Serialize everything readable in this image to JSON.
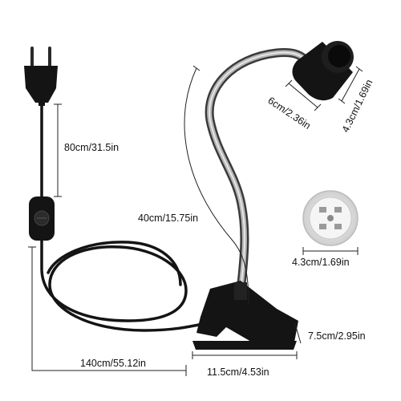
{
  "dimensions": {
    "cord_to_switch": "80cm/31.5in",
    "gooseneck": "40cm/15.75in",
    "total_cable": "140cm/55.12in",
    "clip_length": "11.5cm/4.53in",
    "clip_height": "7.5cm/2.95in",
    "socket_length": "6cm/2.36in",
    "socket_diameter": "4.3cm/1.69in",
    "socket_face_diameter": "4.3cm/1.69in"
  },
  "colors": {
    "product": "#141414",
    "gooseneck": "#8c8c8c",
    "socket_face": "#f2f2f2",
    "dimension_lines": "#222222"
  },
  "icons": {
    "plug": "eu-plug-icon",
    "switch": "inline-dimmer-switch-icon",
    "socket": "e27-socket-icon",
    "clip": "clamp-icon"
  }
}
